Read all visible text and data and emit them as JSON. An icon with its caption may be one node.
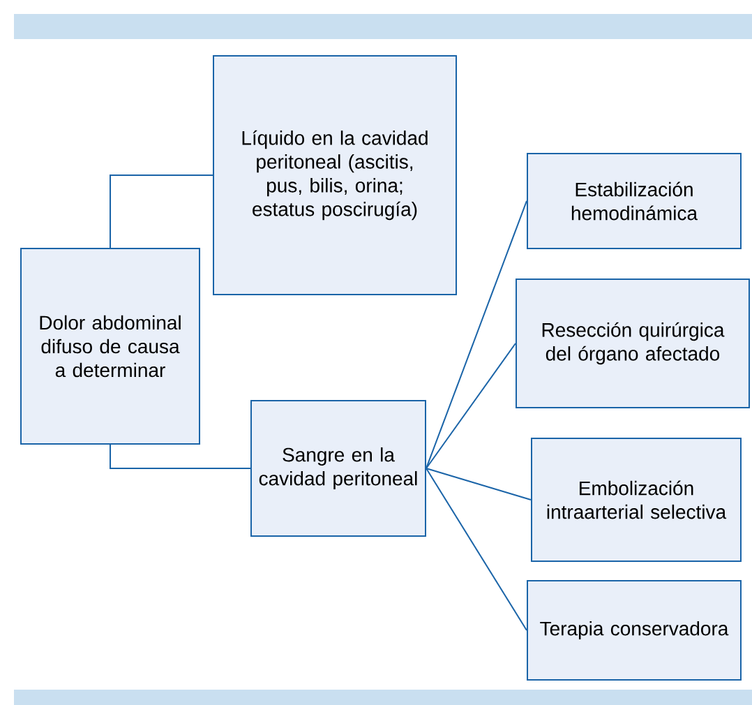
{
  "diagram": {
    "nodes": [
      {
        "text": [
          "Dolor abdominal difuso de causa a determinar"
        ]
      },
      {
        "text": [
          "Líquido en la cavidad peritoneal (ascitis, pus, bilis, orina; estatus poscirugía)"
        ]
      },
      {
        "text": [
          "Sangre en la cavidad peritoneal"
        ]
      },
      {
        "text": [
          "Estabilización hemodinámica"
        ]
      },
      {
        "text": [
          "Resección quirúrgica del órgano afectado"
        ]
      },
      {
        "text": [
          "Embolización intraarterial selectiva"
        ]
      },
      {
        "text": [
          "Terapia conservadora"
        ]
      }
    ],
    "edges": [
      {
        "from": 0,
        "to": 1,
        "arrow": "none"
      },
      {
        "from": 0,
        "to": 2,
        "arrow": "none"
      },
      {
        "from": 2,
        "to": 3,
        "arrow": "none"
      },
      {
        "from": 2,
        "to": 4,
        "arrow": "none"
      },
      {
        "from": 2,
        "to": 5,
        "arrow": "none"
      },
      {
        "from": 2,
        "to": 6,
        "arrow": "none"
      }
    ]
  }
}
